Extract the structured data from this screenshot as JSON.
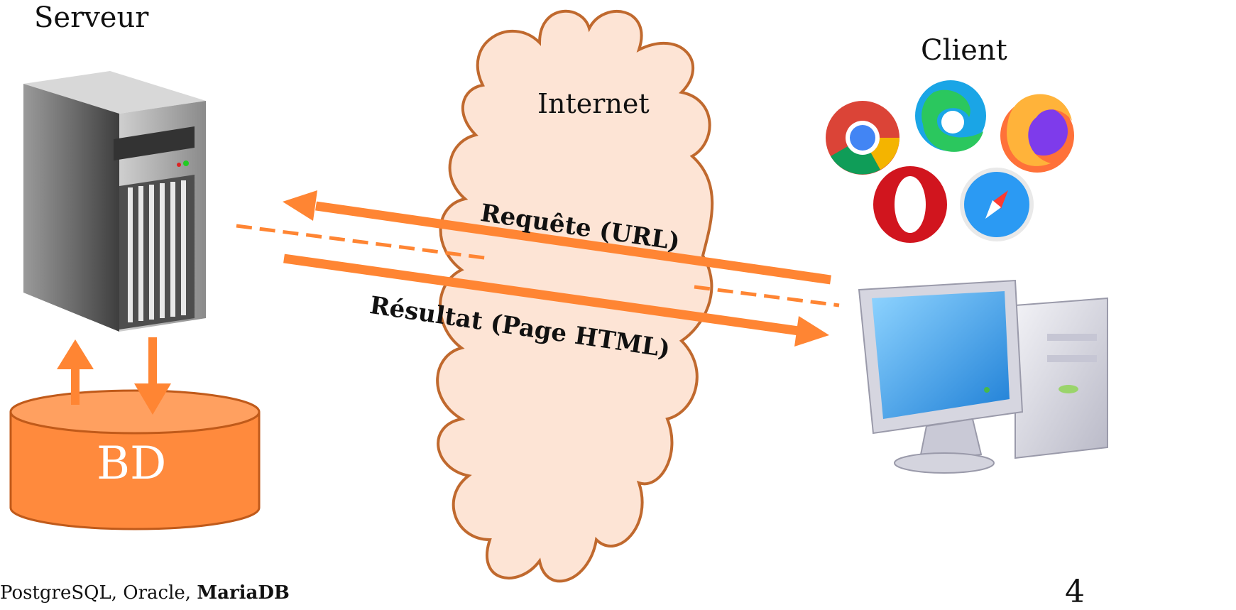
{
  "labels": {
    "server": "Serveur",
    "client": "Client",
    "internet": "Internet",
    "request": "Requête (URL)",
    "result": "Résultat (Page HTML)",
    "database": "BD",
    "dbms_prefix": "PostgreSQL, Oracle, ",
    "dbms_bold": "MariaDB",
    "page_number": "4"
  },
  "icons": [
    "server-tower-icon",
    "desktop-computer-icon",
    "chrome-icon",
    "edge-icon",
    "firefox-icon",
    "opera-icon",
    "safari-icon",
    "database-cylinder-icon",
    "internet-cloud-icon"
  ],
  "colors": {
    "arrow": "#FF8533",
    "cloud_fill": "#FDE4D5",
    "cloud_stroke": "#C0692E",
    "database_fill": "#FF8A3D",
    "database_stroke": "#C05A1A"
  }
}
